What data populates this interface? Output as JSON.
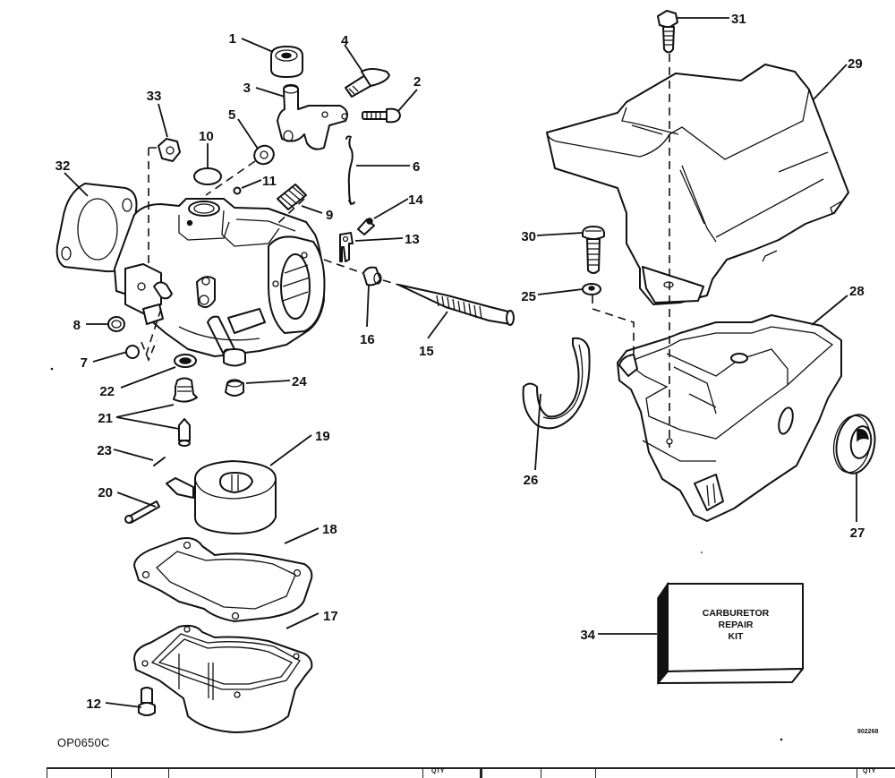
{
  "diagram": {
    "title": "Carburetor exploded parts diagram",
    "drawing_code": "OP0650C",
    "reference_number": "802268",
    "kit_label_lines": [
      "CARBURETOR",
      "REPAIR",
      "KIT"
    ],
    "callouts": [
      {
        "id": "1",
        "part": "cap"
      },
      {
        "id": "2",
        "part": "screw"
      },
      {
        "id": "3",
        "part": "throttle lever"
      },
      {
        "id": "4",
        "part": "screw"
      },
      {
        "id": "5",
        "part": "seal"
      },
      {
        "id": "6",
        "part": "link"
      },
      {
        "id": "7",
        "part": "ball"
      },
      {
        "id": "8",
        "part": "seal"
      },
      {
        "id": "9",
        "part": "spring"
      },
      {
        "id": "10",
        "part": "plug"
      },
      {
        "id": "11",
        "part": "ball"
      },
      {
        "id": "12",
        "part": "screw"
      },
      {
        "id": "13",
        "part": "clip"
      },
      {
        "id": "14",
        "part": "screw"
      },
      {
        "id": "15",
        "part": "needle valve"
      },
      {
        "id": "16",
        "part": "packing nut"
      },
      {
        "id": "17",
        "part": "float bowl"
      },
      {
        "id": "18",
        "part": "gasket"
      },
      {
        "id": "19",
        "part": "float"
      },
      {
        "id": "20",
        "part": "pin"
      },
      {
        "id": "21",
        "part": "inlet needle and seat"
      },
      {
        "id": "22",
        "part": "gasket"
      },
      {
        "id": "23",
        "part": "pin"
      },
      {
        "id": "24",
        "part": "plug"
      },
      {
        "id": "25",
        "part": "washer"
      },
      {
        "id": "26",
        "part": "hose"
      },
      {
        "id": "27",
        "part": "grommet"
      },
      {
        "id": "28",
        "part": "air silencer base"
      },
      {
        "id": "29",
        "part": "air silencer cover"
      },
      {
        "id": "30",
        "part": "screw"
      },
      {
        "id": "31",
        "part": "screw"
      },
      {
        "id": "32",
        "part": "gasket"
      },
      {
        "id": "33",
        "part": "nut"
      },
      {
        "id": "34",
        "part": "carburetor repair kit"
      }
    ]
  },
  "table": {
    "header_cells": [
      "",
      "",
      "",
      "QTY",
      "",
      "",
      "",
      "QTY"
    ]
  }
}
